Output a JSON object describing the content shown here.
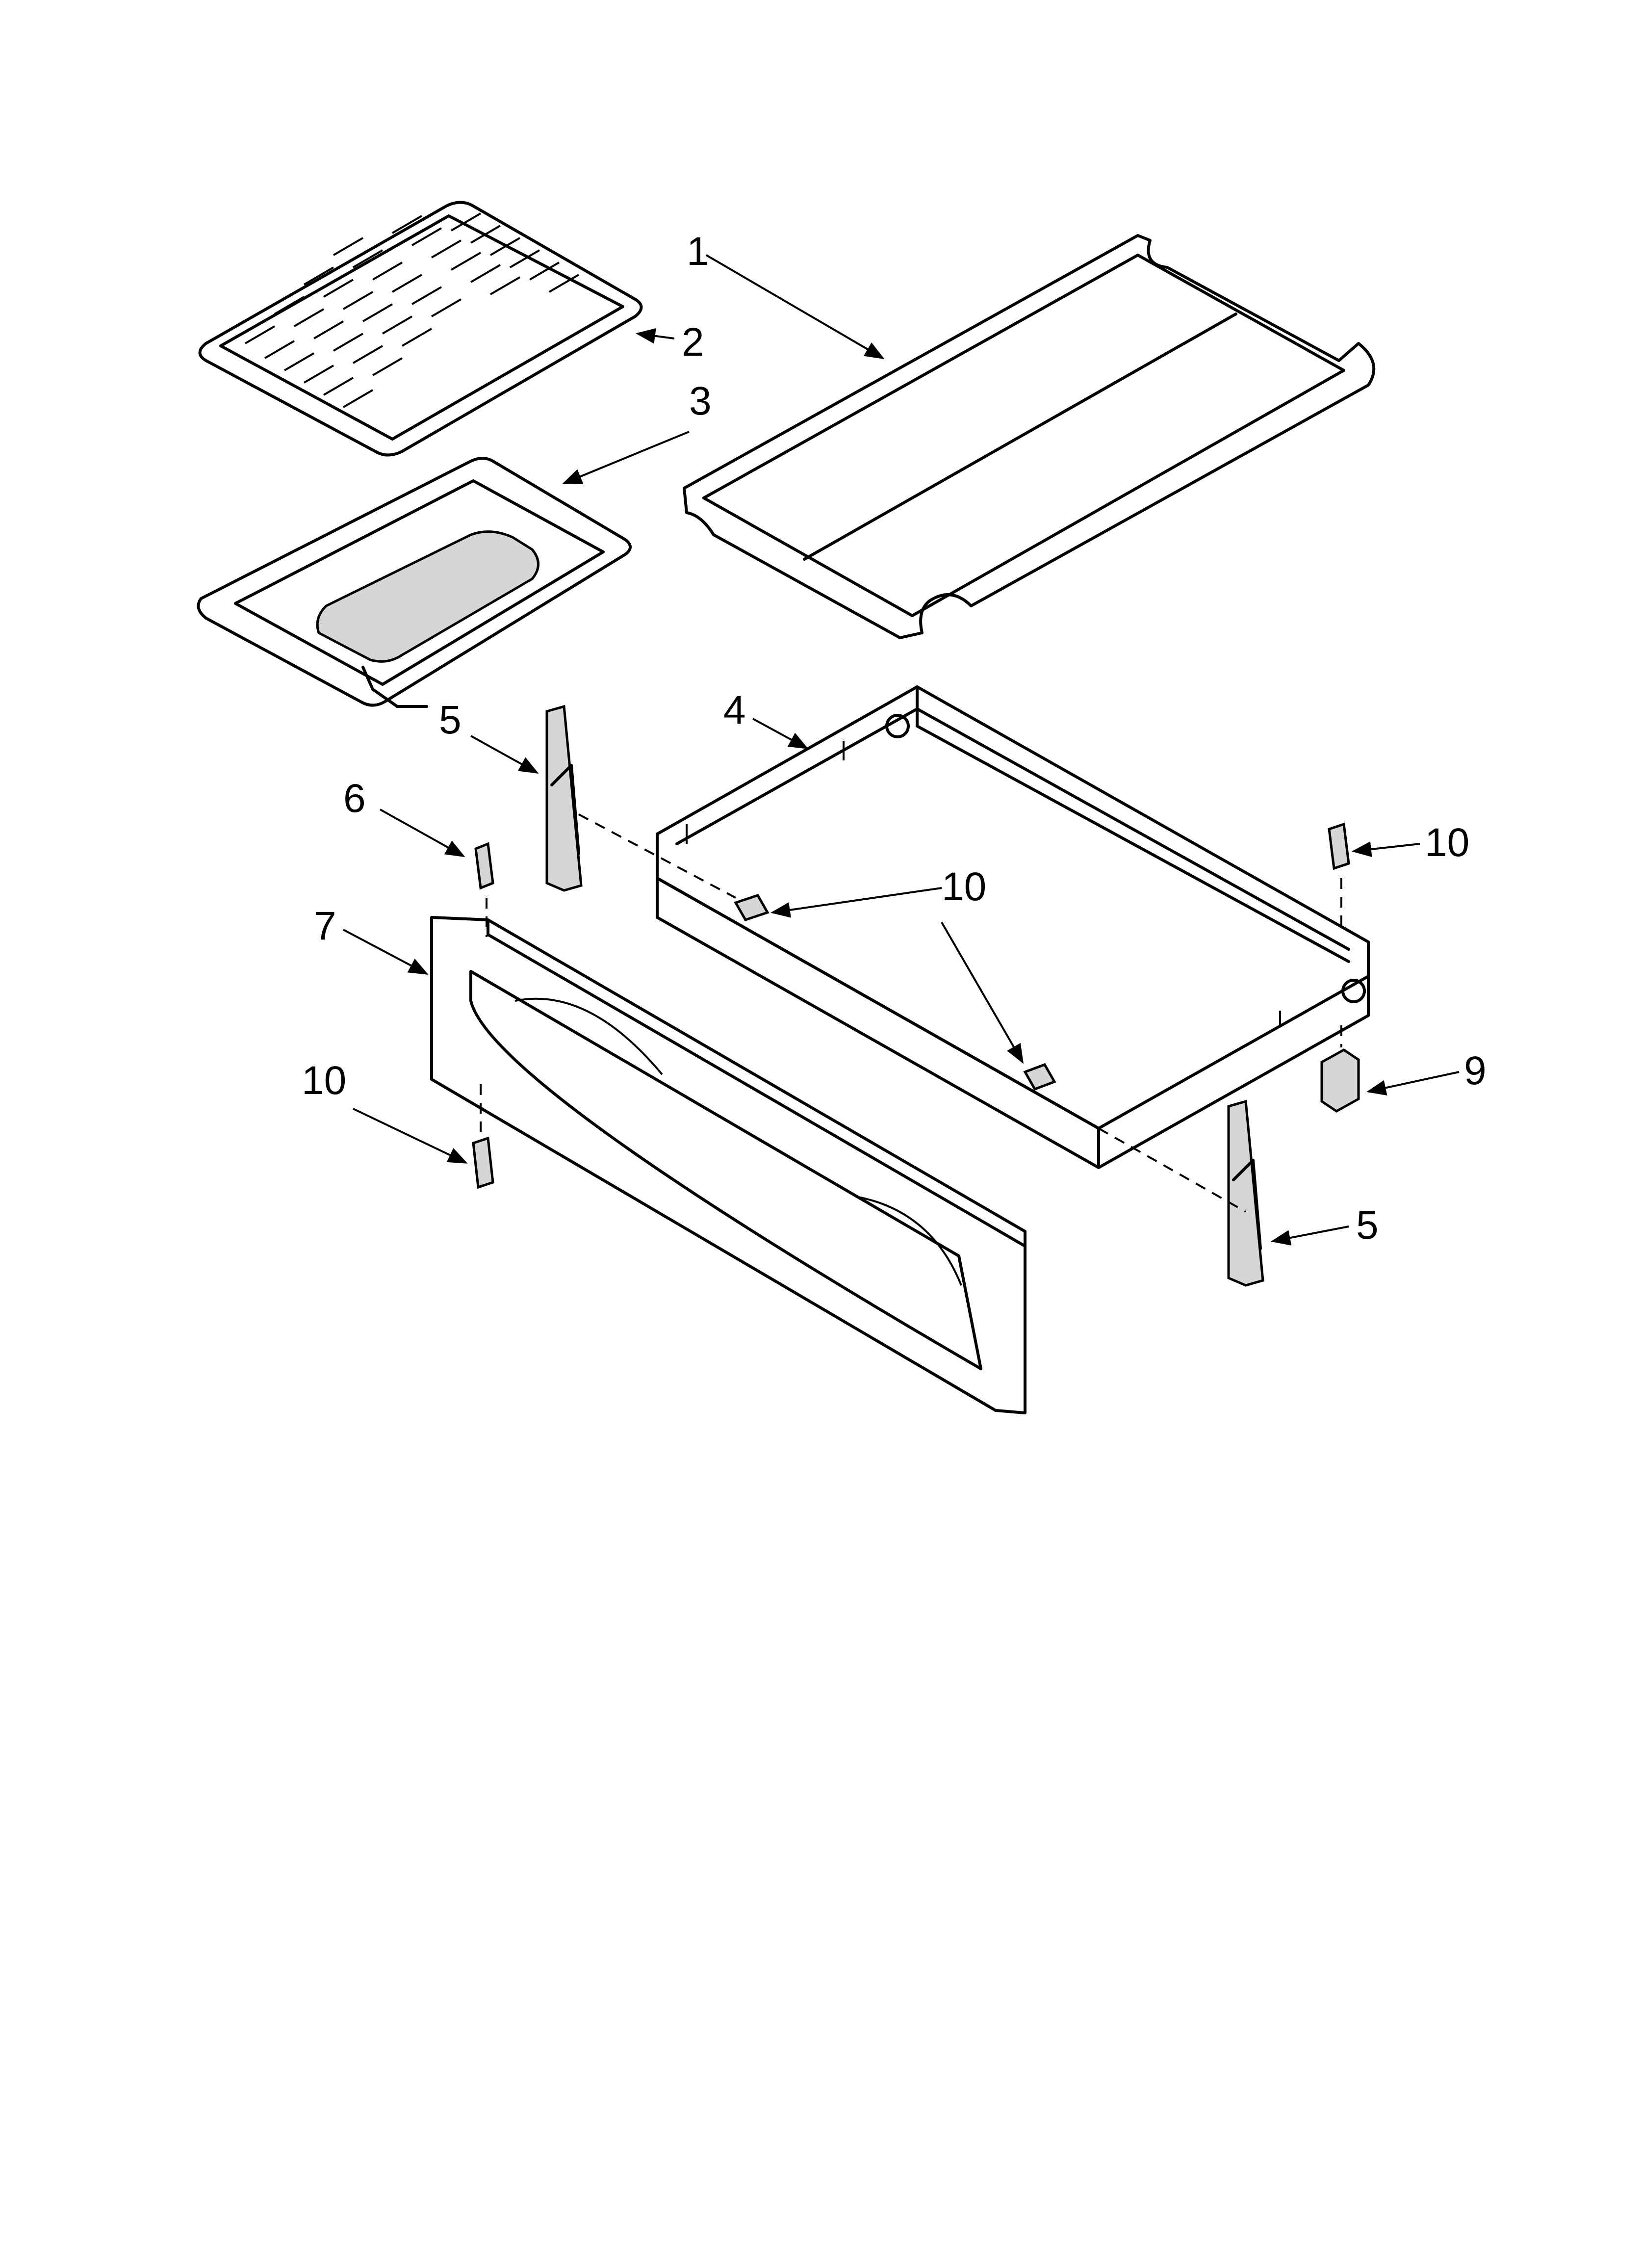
{
  "callouts": {
    "c1": "1",
    "c2": "2",
    "c3": "3",
    "c4": "4",
    "c5a": "5",
    "c5b": "5",
    "c6": "6",
    "c7": "7",
    "c9": "9",
    "c10a": "10",
    "c10b": "10",
    "c10c": "10"
  }
}
